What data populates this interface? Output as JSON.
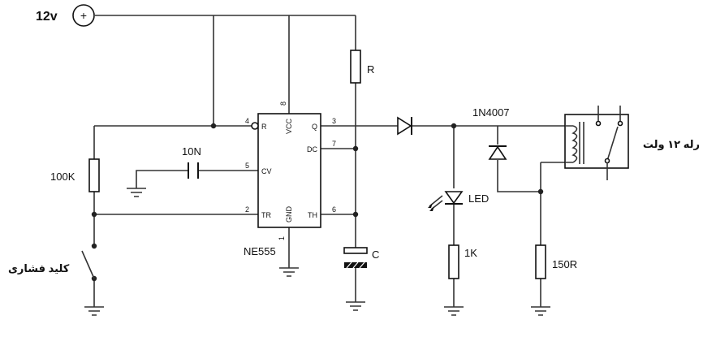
{
  "supply": {
    "label": "12v",
    "symbol": "+"
  },
  "ic": {
    "name": "NE555",
    "pins": {
      "reset": "R",
      "vcc": "VCC",
      "q": "Q",
      "dc": "DC",
      "cv": "CV",
      "tr": "TR",
      "gnd": "GND",
      "th": "TH"
    },
    "pin_numbers": {
      "reset": "4",
      "vcc": "8",
      "q": "3",
      "dc": "7",
      "cv": "5",
      "tr": "2",
      "th": "6",
      "gnd": "1"
    }
  },
  "components": {
    "timing_resistor": "R",
    "timing_capacitor": "C",
    "cv_capacitor": "10N",
    "pullup_resistor": "100K",
    "diode": "1N4007",
    "led": "LED",
    "led_resistor": "1K",
    "relay_resistor": "150R",
    "relay": "رله ۱۲ ولت",
    "push_button": "کلید فشاری"
  },
  "colors": {
    "wire": "#333333",
    "ink": "#111111",
    "background": "#ffffff"
  }
}
